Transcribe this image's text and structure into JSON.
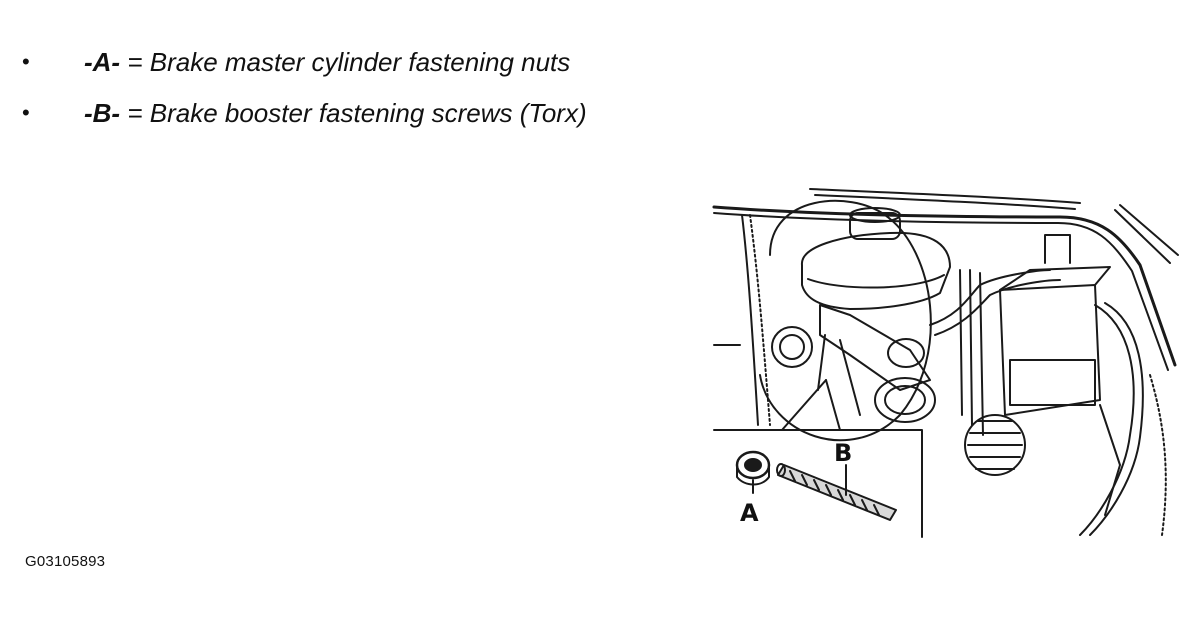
{
  "legend": {
    "items": [
      {
        "bullet": "•",
        "key": "-A-",
        "separator": " = ",
        "text": "Brake master cylinder fastening nuts"
      },
      {
        "bullet": "•",
        "key": "-B-",
        "separator": " = ",
        "text": "Brake booster fastening screws (Torx)"
      }
    ]
  },
  "figure": {
    "id": "G03105893",
    "callouts": {
      "a": "A",
      "b": "B"
    }
  }
}
